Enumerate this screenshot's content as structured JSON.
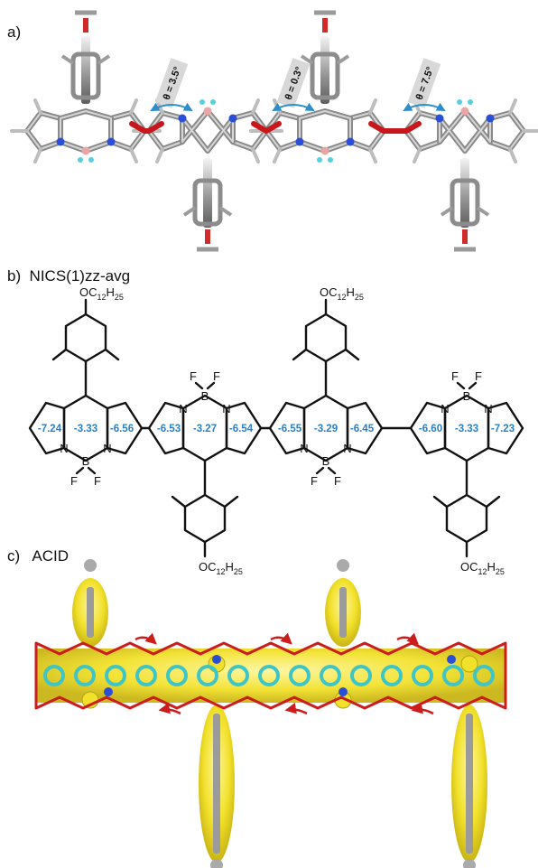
{
  "panels": {
    "a": {
      "label": "a)"
    },
    "b": {
      "label": "b)  NICS(1)zz-avg"
    },
    "c": {
      "label": "c)   ACID"
    }
  },
  "angles": [
    "θ = 3.5°",
    "θ = 0.3°",
    "θ = 7.5°"
  ],
  "substituent": {
    "prefix": "OC",
    "sub1": "12",
    "mid": "H",
    "sub2": "25"
  },
  "atoms": {
    "N": "N",
    "B": "B",
    "F": "F"
  },
  "units": [
    {
      "nics": [
        "-7.24",
        "-3.33",
        "-6.56"
      ]
    },
    {
      "nics": [
        "-6.53",
        "-3.27",
        "-6.54"
      ]
    },
    {
      "nics": [
        "-6.55",
        "-3.29",
        "-6.45"
      ]
    },
    {
      "nics": [
        "-6.60",
        "-3.33",
        "-7.23"
      ]
    }
  ],
  "colors": {
    "conjugated_bond": "#c8161d",
    "nics_value": "#2e7fc4",
    "isosurface": "#f2e12a",
    "ring_current": "#cc1d1d"
  }
}
